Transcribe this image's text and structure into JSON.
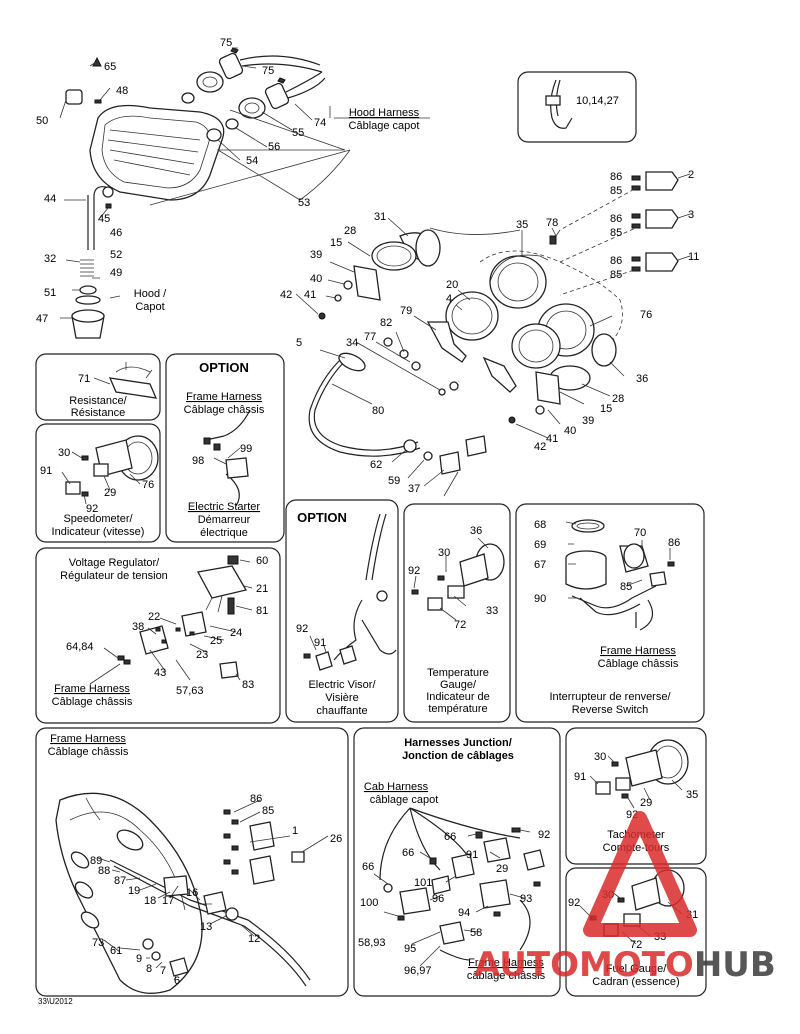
{
  "doc_code": "33\\U2012",
  "watermark": {
    "part1": "AUTO",
    "part2": "MOTO",
    "part3": "HUB",
    "color_red": "#d92b2b",
    "color_dark": "#3a3a3a"
  },
  "callouts": {
    "c75a": "75",
    "c75b": "75",
    "c65": "65",
    "c48": "48",
    "c50": "50",
    "c74": "74",
    "c55": "55",
    "c56": "56",
    "c54": "54",
    "c53": "53",
    "c44": "44",
    "c45": "45",
    "c46": "46",
    "c52": "52",
    "c32": "32",
    "c49": "49",
    "c51": "51",
    "c47": "47",
    "c10": "10,14,27",
    "c86a": "86",
    "c85a": "85",
    "c2": "2",
    "c86b": "86",
    "c85b": "85",
    "c3": "3",
    "c86c": "86",
    "c85c": "85",
    "c11": "11",
    "c31": "31",
    "c35": "35",
    "c78": "78",
    "c28a": "28",
    "c15a": "15",
    "c39a": "39",
    "c40a": "40",
    "c41a": "41",
    "c42a": "42",
    "c20": "20",
    "c4": "4",
    "c76a": "76",
    "c79": "79",
    "c82": "82",
    "c77": "77",
    "c34": "34",
    "c5": "5",
    "c80": "80",
    "c36a": "36",
    "c28b": "28",
    "c15b": "15",
    "c39b": "39",
    "c40b": "40",
    "c41b": "41",
    "c42b": "42",
    "c62": "62",
    "c59": "59",
    "c37": "37",
    "c71": "71",
    "c99": "99",
    "c98": "98",
    "c30a": "30",
    "c91a": "91",
    "c76b": "76",
    "c92a": "92",
    "c29a": "29",
    "c60": "60",
    "c21": "21",
    "c81": "81",
    "c22": "22",
    "c38": "38",
    "c24": "24",
    "c25": "25",
    "c23": "23",
    "c6484": "64,84",
    "c43": "43",
    "c5763": "57,63",
    "c83": "83",
    "c92b": "92",
    "c91b": "91",
    "c36b": "36",
    "c30b": "30",
    "c92c": "92",
    "c33a": "33",
    "c72a": "72",
    "c68": "68",
    "c70": "70",
    "c69": "69",
    "c86d": "86",
    "c67": "67",
    "c85d": "85",
    "c90": "90",
    "c86e": "86",
    "c85e": "85",
    "c1": "1",
    "c26": "26",
    "c89": "89",
    "c88": "88",
    "c87": "87",
    "c19": "19",
    "c18": "18",
    "c17": "17",
    "c16": "16",
    "c13": "13",
    "c12": "12",
    "c73": "73",
    "c61": "61",
    "c9": "9",
    "c8": "8",
    "c7": "7",
    "c6": "6",
    "c66a": "66",
    "c92d": "92",
    "c66b": "66",
    "c91c": "91",
    "c66c": "66",
    "c29b": "29",
    "c101": "101",
    "c96": "96",
    "c100": "100",
    "c93a": "93",
    "c94": "94",
    "c5893": "58,93",
    "c58": "58",
    "c95": "95",
    "c9697": "96,97",
    "c30c": "30",
    "c91d": "91",
    "c35b": "35",
    "c92e": "92",
    "c29c": "29",
    "c30d": "30",
    "c92f": "92",
    "c31b": "31",
    "c33b": "33",
    "c72b": "72"
  },
  "titles": {
    "hood_harness_en": "Hood Harness",
    "hood_harness_fr": "Câblage capot",
    "hood_en": "Hood /",
    "hood_fr": "Capot",
    "option1": "OPTION",
    "option2": "OPTION",
    "resistance_en": "Resistance/",
    "resistance_fr": "Résistance",
    "frame_harness_a_en": "Frame Harness",
    "frame_harness_a_fr": "Câblage châssis",
    "electric_starter_en": "Electric Starter",
    "electric_starter_fr": "Démarreur",
    "electric_starter_fr2": "électrique",
    "speedometer_en": "Speedometer/",
    "speedometer_fr": "Indicateur (vitesse)",
    "voltage_reg_en": "Voltage Regulator/",
    "voltage_reg_fr": "Régulateur de tension",
    "frame_harness_b_en": "Frame Harness",
    "frame_harness_b_fr": "Câblage châssis",
    "visor_en": "Electric Visor/",
    "visor_fr": "Visière",
    "visor_fr2": "chauffante",
    "temp_en1": "Temperature",
    "temp_en2": "Gauge/",
    "temp_fr1": "Indicateur de",
    "temp_fr2": "température",
    "frame_harness_c_en": "Frame Harness",
    "frame_harness_c_fr": "Câblage châssis",
    "reverse_fr": "Interrupteur de renverse/",
    "reverse_en": "Reverse Switch",
    "frame_harness_d_en": "Frame Harness",
    "frame_harness_d_fr": "Câblage châssis",
    "junction_en": "Harnesses Junction/",
    "junction_fr": "Jonction de câblages",
    "cab_harness_en": "Cab Harness",
    "cab_harness_fr": "câblage capot",
    "frame_harness_e_en": "Frame Harness",
    "frame_harness_e_fr": "câblage châssis",
    "tach_en": "Tachometer",
    "tach_fr": "Compte-tours",
    "fuel_en": "Fuel Gauge/",
    "fuel_fr": "Cadran (essence)"
  }
}
